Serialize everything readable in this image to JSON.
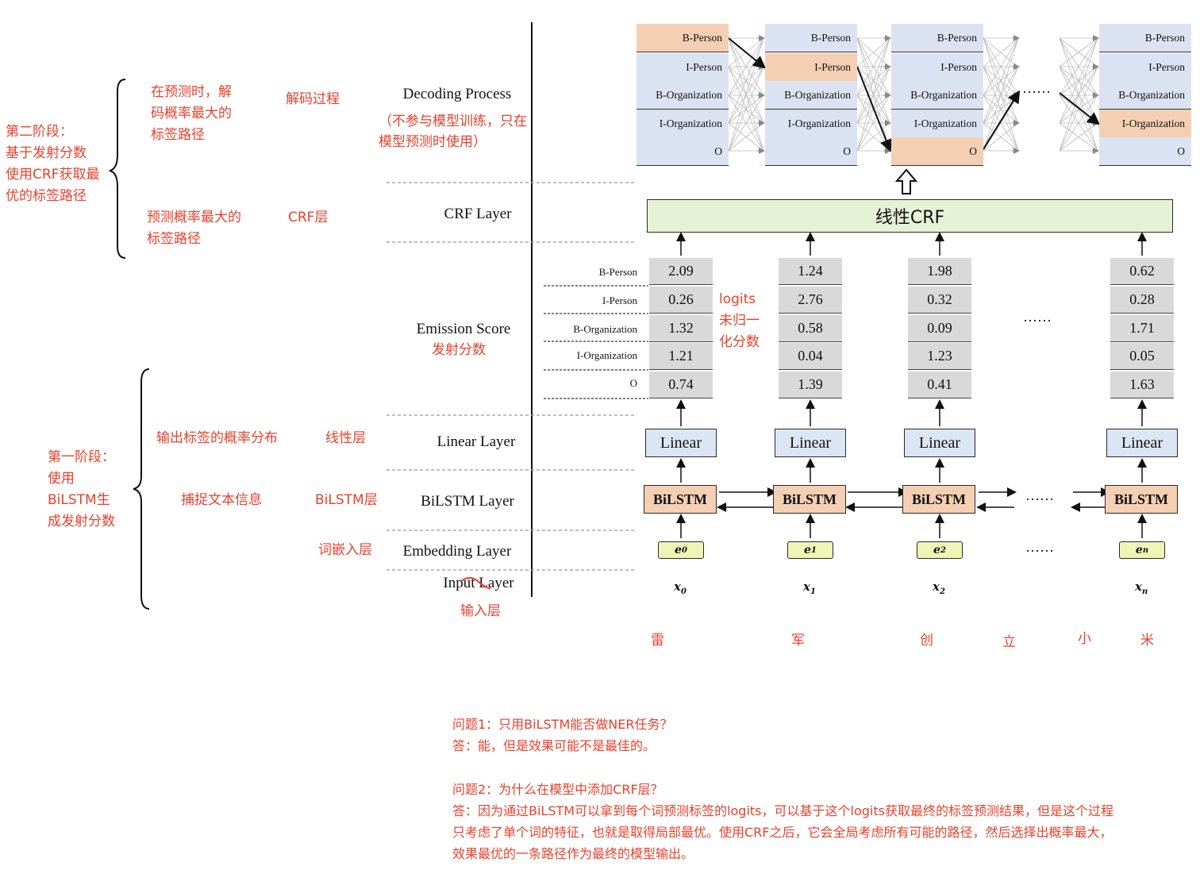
{
  "stage2": {
    "brace_label": [
      "第二阶段：",
      "基于发射分数",
      "使用CRF获取最",
      "优的标签路径"
    ],
    "decoding_desc": [
      "在预测时，解",
      "码概率最大的",
      "标签路径"
    ],
    "decoding_cn": "解码过程",
    "crf_desc": [
      "预测概率最大的",
      "标签路径"
    ],
    "crf_cn": "CRF层"
  },
  "stage1": {
    "brace_label": [
      "第一阶段：",
      "使用",
      "BiLSTM生",
      "成发射分数"
    ],
    "linear_desc": "输出标签的概率分布",
    "linear_cn": "线性层",
    "bilstm_desc": "捕捉文本信息",
    "bilstm_cn": "BiLSTM层",
    "embedding_cn": "词嵌入层",
    "input_cn": "输入层"
  },
  "layers": {
    "decoding": "Decoding Process",
    "decoding_note": [
      "（不参与模型训练，只在",
      "模型预测时使用）"
    ],
    "crf": "CRF Layer",
    "emission": "Emission Score",
    "emission_cn": "发射分数",
    "linear": "Linear Layer",
    "bilstm": "BiLSTM Layer",
    "embedding": "Embedding Layer",
    "input": "Input Layer"
  },
  "tags": [
    "B-Person",
    "I-Person",
    "B-Organization",
    "I-Organization",
    "O"
  ],
  "logits_note": [
    "logits",
    "未归一",
    "化分数"
  ],
  "crf_box_label": "线性CRF",
  "ellipsis": "……",
  "linear_label": "Linear",
  "bilstm_label": "BiLSTM",
  "columns": [
    {
      "scores": [
        "2.09",
        "0.26",
        "1.32",
        "1.21",
        "0.74"
      ],
      "embed": "e",
      "embed_sub": "0",
      "token": "x",
      "token_sub": "0",
      "char": "雷",
      "highlight": 0
    },
    {
      "scores": [
        "1.24",
        "2.76",
        "0.58",
        "0.04",
        "1.39"
      ],
      "embed": "e",
      "embed_sub": "1",
      "token": "x",
      "token_sub": "1",
      "char": "军",
      "highlight": 1
    },
    {
      "scores": [
        "1.98",
        "0.32",
        "0.09",
        "1.23",
        "0.41"
      ],
      "embed": "e",
      "embed_sub": "2",
      "token": "x",
      "token_sub": "2",
      "char": "创",
      "highlight": 4
    },
    {
      "scores": [
        "0.62",
        "0.28",
        "1.71",
        "0.05",
        "1.63"
      ],
      "embed": "e",
      "embed_sub": "n",
      "token": "x",
      "token_sub": "n",
      "char": "米",
      "highlight": 3
    }
  ],
  "extra_chars": [
    "立",
    "小"
  ],
  "qa": [
    "问题1：只用BiLSTM能否做NER任务？",
    "答：能，但是效果可能不是最佳的。",
    "",
    "问题2：为什么在模型中添加CRF层？",
    "答：因为通过BiLSTM可以拿到每个词预测标签的logits，可以基于这个logits获取最终的标签预测结果，但是这个过程",
    "只考虑了单个词的特征，也就是取得局部最优。使用CRF之后，它会全局考虑所有可能的路径，然后选择出概率最大，",
    "效果最优的一条路径作为最终的模型输出。"
  ],
  "colors": {
    "annotation": "#e8412c",
    "tag_cell": "#dbe3f2",
    "tag_selected": "#f5cfb3",
    "crf_box": "#e6f2d6",
    "linear_box": "#dbe6f4",
    "bilstm_box": "#f5cfb3",
    "embed_box": "#eef5b7",
    "score_cell": "#d9d9d9"
  }
}
